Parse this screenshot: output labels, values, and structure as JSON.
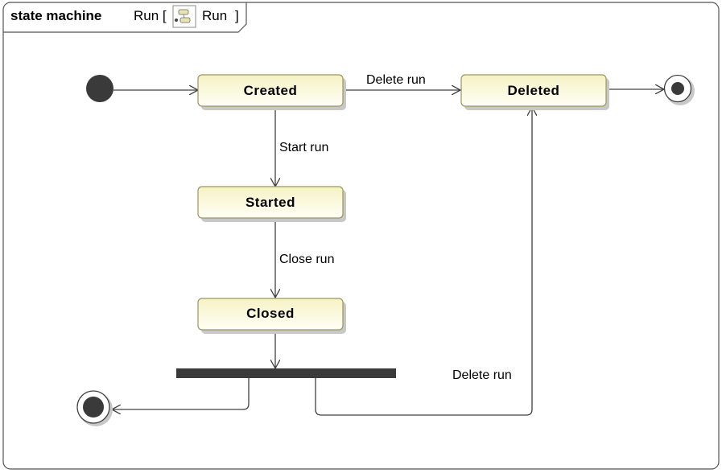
{
  "frame": {
    "keyword": "state machine",
    "name_prefix": "Run [",
    "name": "Run",
    "name_suffix": "]",
    "icon": "state-machine-diagram-icon"
  },
  "states": {
    "created": "Created",
    "started": "Started",
    "closed": "Closed",
    "deleted": "Deleted"
  },
  "transitions": {
    "delete_run_top": "Delete run",
    "start_run": "Start run",
    "close_run": "Close run",
    "delete_run_bottom": "Delete run"
  },
  "colors": {
    "state_fill_top": "#f9f7d6",
    "state_fill_bottom": "#ffffff",
    "state_stroke": "#9a9660",
    "line": "#404040",
    "node": "#3a3a3a"
  }
}
